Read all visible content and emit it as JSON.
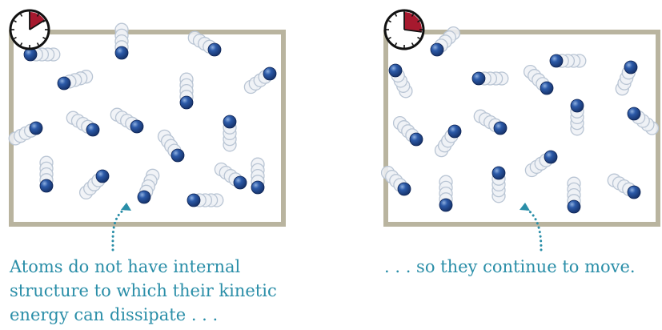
{
  "colors": {
    "frame": "#b9b49f",
    "atom": "#1b3e84",
    "atom_highlight": "#8fb0e0",
    "ghost_stroke": "#b9c5d4",
    "ghost_fill": "#eef1f6",
    "clock_wedge": "#a6192e",
    "arrow": "#2a8ea8",
    "caption": "#2a8ea8"
  },
  "icons": {
    "clock": "clock-icon",
    "atom": "atom-icon",
    "arrow": "dotted-arrow-icon"
  },
  "panels": [
    {
      "name": "before",
      "clock_elapsed_fraction": 0.16,
      "caption": "Atoms do not have internal\nstructure to which their kinetic\nenergy can dissipate . . ."
    },
    {
      "name": "after",
      "clock_elapsed_fraction": 0.27,
      "caption": ". . . so they continue to move."
    }
  ]
}
